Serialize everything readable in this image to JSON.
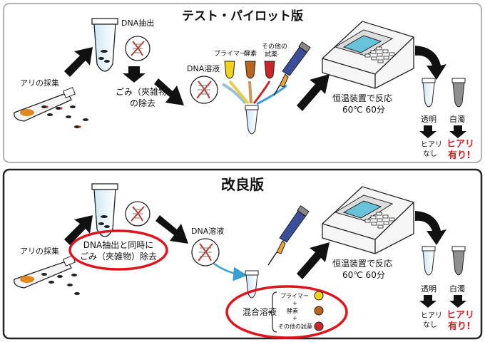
{
  "top": {
    "title": "テスト・パイロット版",
    "ant_collection": "アリの採集",
    "dna_extraction": "DNA抽出",
    "debris_line1": "ごみ（夾雑物）",
    "debris_line2": "の除去",
    "dna_solution": "DNA溶液",
    "primer": "プライマー",
    "enzyme": "酵素",
    "other_line1": "その他の",
    "other_line2": "試薬",
    "device_line1": "恒温装置で反応",
    "device_line2": "60℃ 60分",
    "clear": "透明",
    "turbid": "白濁",
    "no_line1": "ヒアリ",
    "no_line2": "なし",
    "yes_line1": "ヒアリ",
    "yes_line2": "有り!"
  },
  "bottom": {
    "title": "改良版",
    "ant_collection": "アリの採集",
    "extract_line1": "DNA抽出と同時に",
    "extract_line2": "ごみ（夾雑物）除去",
    "dna_solution": "DNA溶液",
    "device_line1": "恒温装置で反応",
    "device_line2": "60℃ 60分",
    "mixed": "混合溶液",
    "primer": "プライマー",
    "plus": "+",
    "enzyme": "酵素",
    "other": "その他の試薬",
    "clear": "透明",
    "turbid": "白濁",
    "no_line1": "ヒアリ",
    "no_line2": "なし",
    "yes_line1": "ヒアリ",
    "yes_line2": "有り!"
  },
  "colors": {
    "primer": "#f2d21a",
    "enzyme": "#b8651e",
    "other": "#c8262b",
    "highlight": "#e0141c",
    "device_screen": "#67c3d8",
    "pipette": "#3b4e9a"
  }
}
